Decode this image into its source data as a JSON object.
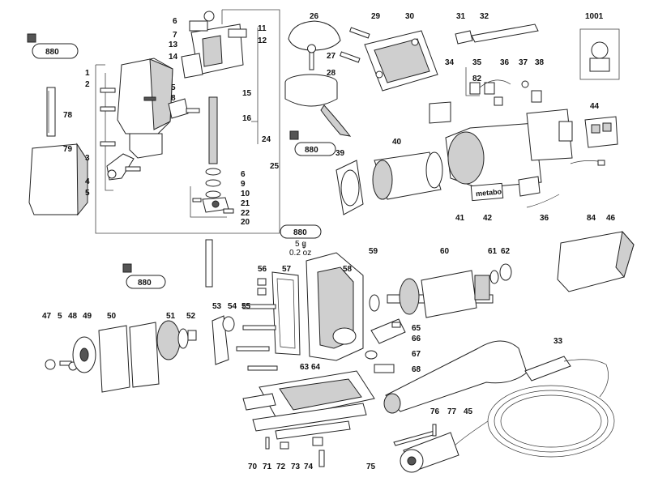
{
  "diagram": {
    "part_labels": [
      {
        "id": "6a",
        "text": "6"
      },
      {
        "id": "7a",
        "text": "7"
      },
      {
        "id": "13",
        "text": "13"
      },
      {
        "id": "14",
        "text": "14"
      },
      {
        "id": "11",
        "text": "11"
      },
      {
        "id": "12",
        "text": "12"
      },
      {
        "id": "26",
        "text": "26"
      },
      {
        "id": "29",
        "text": "29"
      },
      {
        "id": "30",
        "text": "30"
      },
      {
        "id": "31",
        "text": "31"
      },
      {
        "id": "32",
        "text": "32"
      },
      {
        "id": "1001",
        "text": "1001"
      },
      {
        "id": "1",
        "text": "1"
      },
      {
        "id": "2",
        "text": "2"
      },
      {
        "id": "78",
        "text": "78"
      },
      {
        "id": "79",
        "text": "79"
      },
      {
        "id": "3",
        "text": "3"
      },
      {
        "id": "4",
        "text": "4"
      },
      {
        "id": "5a",
        "text": "5"
      },
      {
        "id": "5b",
        "text": "5"
      },
      {
        "id": "8",
        "text": "8"
      },
      {
        "id": "15",
        "text": "15"
      },
      {
        "id": "16",
        "text": "16"
      },
      {
        "id": "24",
        "text": "24"
      },
      {
        "id": "25",
        "text": "25"
      },
      {
        "id": "6b",
        "text": "6"
      },
      {
        "id": "9",
        "text": "9"
      },
      {
        "id": "10",
        "text": "10"
      },
      {
        "id": "21",
        "text": "21"
      },
      {
        "id": "22",
        "text": "22"
      },
      {
        "id": "20",
        "text": "20"
      },
      {
        "id": "27",
        "text": "27"
      },
      {
        "id": "28",
        "text": "28"
      },
      {
        "id": "34",
        "text": "34"
      },
      {
        "id": "35",
        "text": "35"
      },
      {
        "id": "36a",
        "text": "36"
      },
      {
        "id": "37",
        "text": "37"
      },
      {
        "id": "38",
        "text": "38"
      },
      {
        "id": "82",
        "text": "82"
      },
      {
        "id": "44",
        "text": "44"
      },
      {
        "id": "39",
        "text": "39"
      },
      {
        "id": "40",
        "text": "40"
      },
      {
        "id": "41",
        "text": "41"
      },
      {
        "id": "42",
        "text": "42"
      },
      {
        "id": "36b",
        "text": "36"
      },
      {
        "id": "84",
        "text": "84"
      },
      {
        "id": "46",
        "text": "46"
      },
      {
        "id": "56",
        "text": "56"
      },
      {
        "id": "57",
        "text": "57"
      },
      {
        "id": "58",
        "text": "58"
      },
      {
        "id": "59",
        "text": "59"
      },
      {
        "id": "60",
        "text": "60"
      },
      {
        "id": "61",
        "text": "61"
      },
      {
        "id": "62",
        "text": "62"
      },
      {
        "id": "47",
        "text": "47"
      },
      {
        "id": "5c",
        "text": "5"
      },
      {
        "id": "48",
        "text": "48"
      },
      {
        "id": "49",
        "text": "49"
      },
      {
        "id": "50",
        "text": "50"
      },
      {
        "id": "51",
        "text": "51"
      },
      {
        "id": "52",
        "text": "52"
      },
      {
        "id": "53",
        "text": "53"
      },
      {
        "id": "54",
        "text": "54"
      },
      {
        "id": "55",
        "text": "55"
      },
      {
        "id": "65",
        "text": "65"
      },
      {
        "id": "66",
        "text": "66"
      },
      {
        "id": "67",
        "text": "67"
      },
      {
        "id": "68",
        "text": "68"
      },
      {
        "id": "63",
        "text": "63"
      },
      {
        "id": "64",
        "text": "64"
      },
      {
        "id": "33",
        "text": "33"
      },
      {
        "id": "77",
        "text": "77"
      },
      {
        "id": "76",
        "text": "76"
      },
      {
        "id": "45",
        "text": "45"
      },
      {
        "id": "70",
        "text": "70"
      },
      {
        "id": "71",
        "text": "71"
      },
      {
        "id": "72",
        "text": "72"
      },
      {
        "id": "73",
        "text": "73"
      },
      {
        "id": "74",
        "text": "74"
      },
      {
        "id": "75",
        "text": "75"
      }
    ],
    "grease_tubes": [
      {
        "id": "tube1",
        "text": "880"
      },
      {
        "id": "tube2",
        "text": "880"
      },
      {
        "id": "tube3",
        "text": "880"
      },
      {
        "id": "tube4",
        "text": "880"
      }
    ],
    "tube_note": {
      "line1": "5 g",
      "line2": "0.2 oz"
    },
    "brand_label": "metabo"
  }
}
